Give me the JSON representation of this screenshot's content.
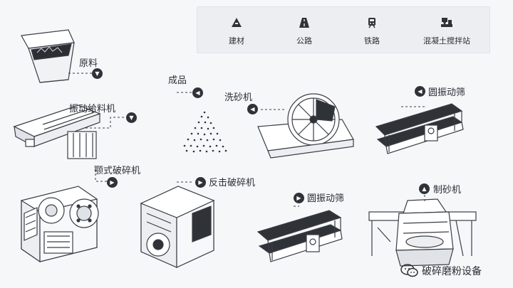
{
  "legend": {
    "items": [
      {
        "label": "建材",
        "icon": "building-material-icon"
      },
      {
        "label": "公路",
        "icon": "highway-icon"
      },
      {
        "label": "铁路",
        "icon": "railway-icon"
      },
      {
        "label": "混凝土搅拌站",
        "icon": "concrete-mixer-icon"
      }
    ]
  },
  "stages": {
    "raw_material": "原料",
    "vibrating_feeder": "振动给料机",
    "finished_product": "成品",
    "sand_washer": "洗砂机",
    "circular_screen_top": "圆振动筛",
    "jaw_crusher": "颚式破碎机",
    "impact_crusher": "反击破碎机",
    "circular_screen_bottom": "圆振动筛",
    "sand_maker": "制砂机"
  },
  "watermark": {
    "text": "破碎磨粉设备",
    "icon": "wechat-icon"
  },
  "colors": {
    "badge": "#2f3338",
    "machine_fill": "#ffffff",
    "machine_stroke": "#3a3e45",
    "background": "#f6f7f9"
  }
}
